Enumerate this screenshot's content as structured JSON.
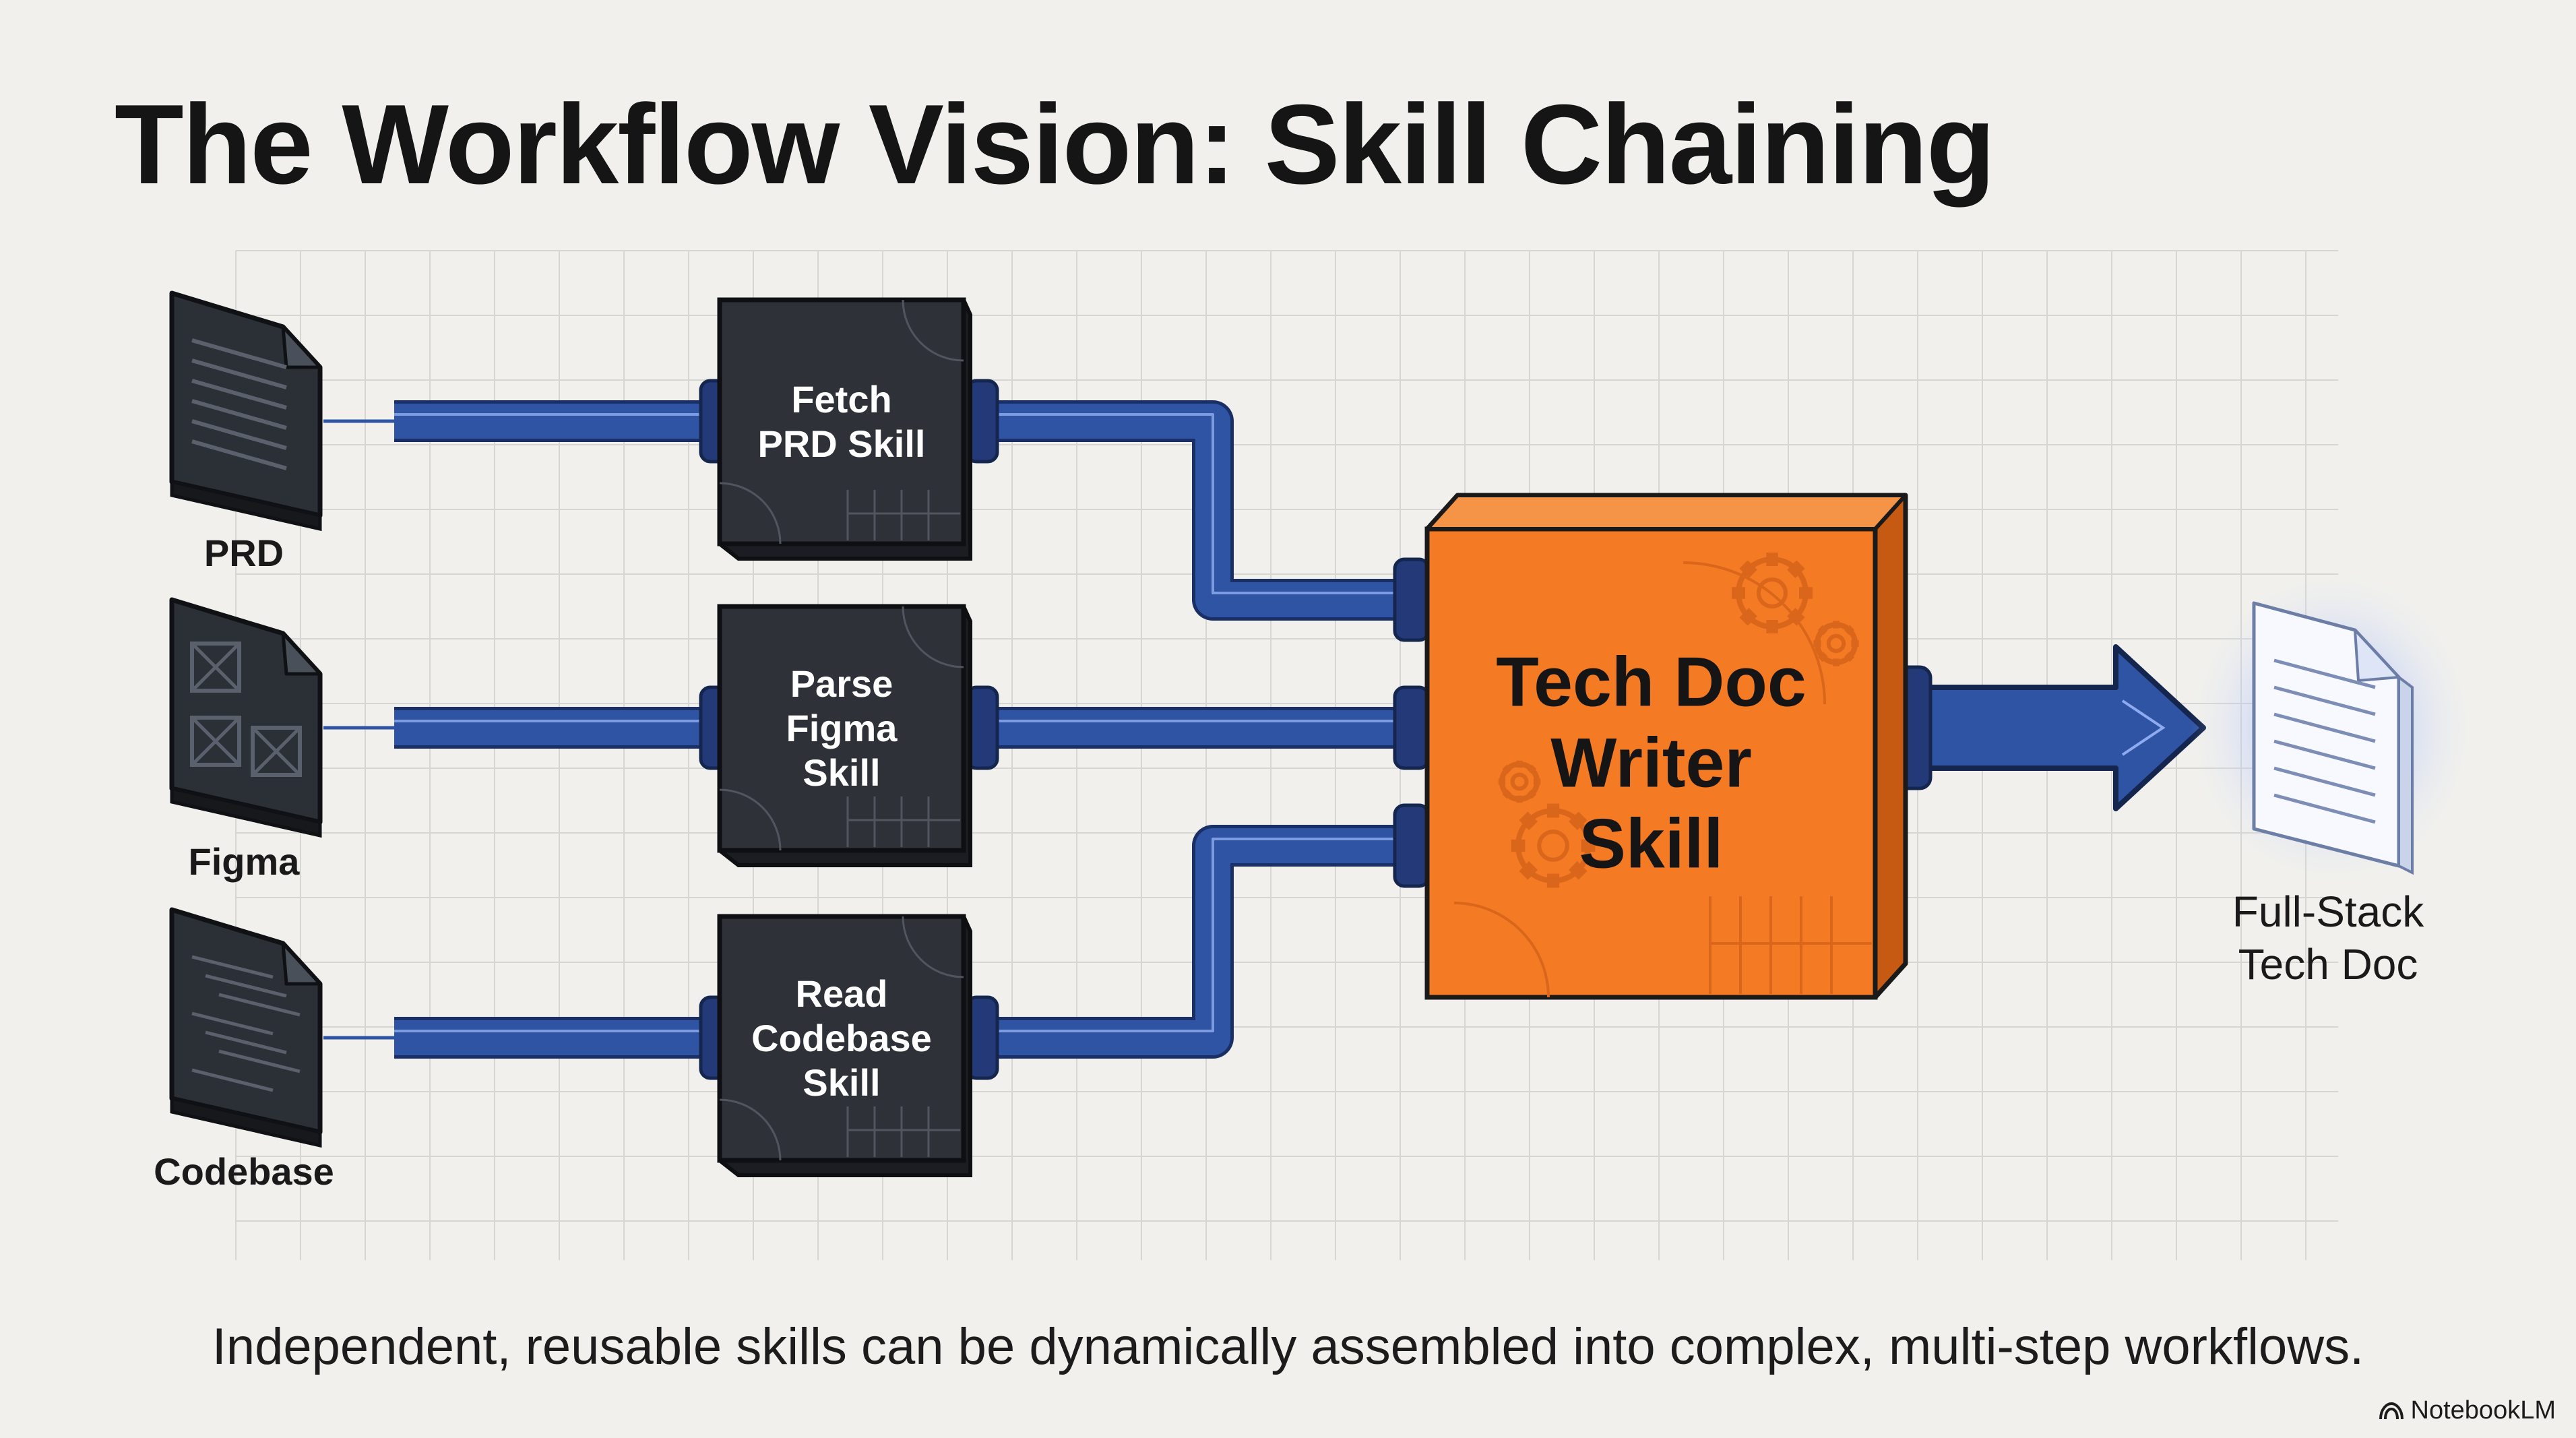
{
  "title": "The Workflow Vision: Skill Chaining",
  "inputs": [
    {
      "label": "PRD",
      "icon": "prd-document-icon"
    },
    {
      "label": "Figma",
      "icon": "figma-document-icon"
    },
    {
      "label": "Codebase",
      "icon": "codebase-document-icon"
    }
  ],
  "skills": [
    {
      "lines": [
        "Fetch",
        "PRD Skill"
      ]
    },
    {
      "lines": [
        "Parse",
        "Figma",
        "Skill"
      ]
    },
    {
      "lines": [
        "Read",
        "Codebase",
        "Skill"
      ]
    }
  ],
  "writer": {
    "lines": [
      "Tech Doc",
      "Writer",
      "Skill"
    ],
    "color": "#f47a23"
  },
  "output": {
    "lines": [
      "Full-Stack",
      "Tech Doc"
    ],
    "icon": "output-document-icon"
  },
  "caption": "Independent, reusable skills can be dynamically assembled into complex, multi-step workflows.",
  "brand": "NotebookLM",
  "colors": {
    "pipe": "#2f54a3",
    "pipe_dark": "#1f3b7a",
    "skill_box": "#2e3138",
    "accent": "#f47a23"
  }
}
